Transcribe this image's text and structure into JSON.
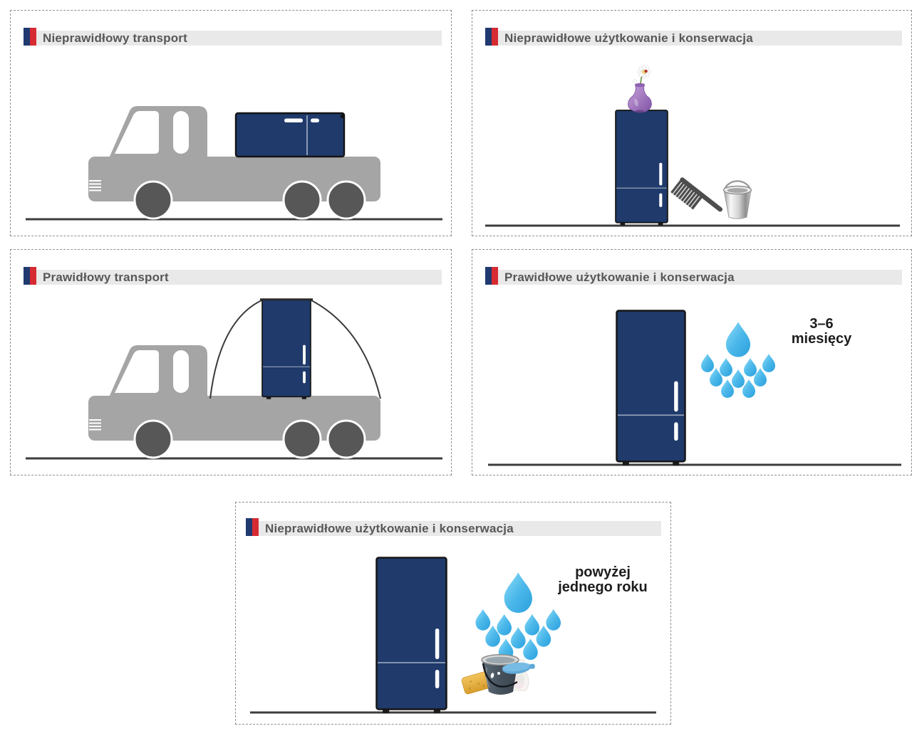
{
  "document": {
    "kind": "appliance-manual-illustration-page",
    "language": "pl"
  },
  "panels": [
    {
      "id": "improper-transport",
      "title": "Nieprawidłowy transport",
      "illustration": "truck-with-fridge-lying-flat"
    },
    {
      "id": "improper-use-and-maintenance-1",
      "title": "Nieprawidłowe użytkowanie i konserwacja",
      "illustration": "fridge-with-vase-comb-and-bucket"
    },
    {
      "id": "proper-transport",
      "title": "Prawidłowy transport",
      "illustration": "truck-with-fridge-upright-secured-by-ropes"
    },
    {
      "id": "proper-use-and-maintenance",
      "title": "Prawidłowe użytkowanie i konserwacja",
      "illustration": "fridge-with-water-drops",
      "note_line1": "3–6",
      "note_line2": "miesięcy"
    },
    {
      "id": "improper-use-and-maintenance-2",
      "title": "Nieprawidłowe użytkowanie i konserwacja",
      "illustration": "fridge-with-water-drops-bucket-sponge",
      "note_line1": "powyżej",
      "note_line2": "jednego roku"
    }
  ],
  "colors": {
    "flag_navy": "#203a70",
    "flag_red": "#d62b33",
    "fridge_navy": "#1f3a6b",
    "fridge_handle_white": "#fdfeff",
    "truck_gray": "#a5a5a5",
    "wheel_gray": "#575757",
    "ground_dark": "#3c3c3c",
    "header_bar_gray": "#e9e9e9",
    "header_text_gray": "#57575a",
    "water_drop_blue": "#4cb8ea",
    "vase_purple": "#9a6fba",
    "comb_gray": "#4d4d4d",
    "steel_bucket_silver": "#cfcfcf",
    "cleaning_bucket_slate": "#46525d",
    "sponge_yellow": "#e5b13d",
    "brush_blue": "#60a9d8"
  },
  "icons": {
    "flag": "brand-flag-icon",
    "truck": "pickup-truck-icon",
    "fridge": "refrigerator-icon",
    "drops": "water-drops-icon",
    "vase": "flower-vase-icon",
    "comb": "comb-icon",
    "steel_bucket": "metal-bucket-icon",
    "cleaning_bucket": "cleaning-bucket-icon",
    "sponge": "sponge-icon",
    "bottle": "detergent-bottle-icon",
    "brush": "brush-icon"
  }
}
